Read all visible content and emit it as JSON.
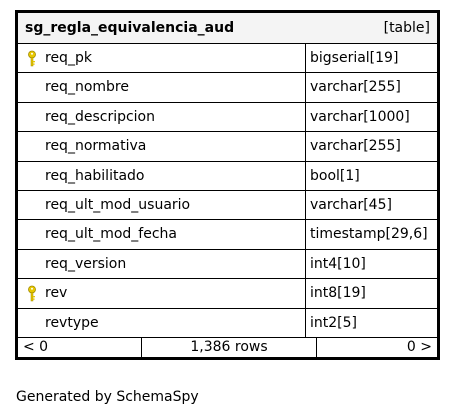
{
  "table": {
    "name": "sg_regla_equivalencia_aud",
    "kind": "[table]",
    "columns": [
      {
        "name": "req_pk",
        "type": "bigserial[19]",
        "key": true
      },
      {
        "name": "req_nombre",
        "type": "varchar[255]",
        "key": false
      },
      {
        "name": "req_descripcion",
        "type": "varchar[1000]",
        "key": false
      },
      {
        "name": "req_normativa",
        "type": "varchar[255]",
        "key": false
      },
      {
        "name": "req_habilitado",
        "type": "bool[1]",
        "key": false
      },
      {
        "name": "req_ult_mod_usuario",
        "type": "varchar[45]",
        "key": false
      },
      {
        "name": "req_ult_mod_fecha",
        "type": "timestamp[29,6]",
        "key": false
      },
      {
        "name": "req_version",
        "type": "int4[10]",
        "key": false
      },
      {
        "name": "rev",
        "type": "int8[19]",
        "key": true
      },
      {
        "name": "revtype",
        "type": "int2[5]",
        "key": false
      }
    ],
    "footer": {
      "parents": "< 0",
      "rows": "1,386 rows",
      "children": "0 >"
    }
  },
  "generated_by": "Generated by SchemaSpy",
  "icons": {
    "key_icon": "key-icon",
    "key_color": "#e8c800"
  }
}
